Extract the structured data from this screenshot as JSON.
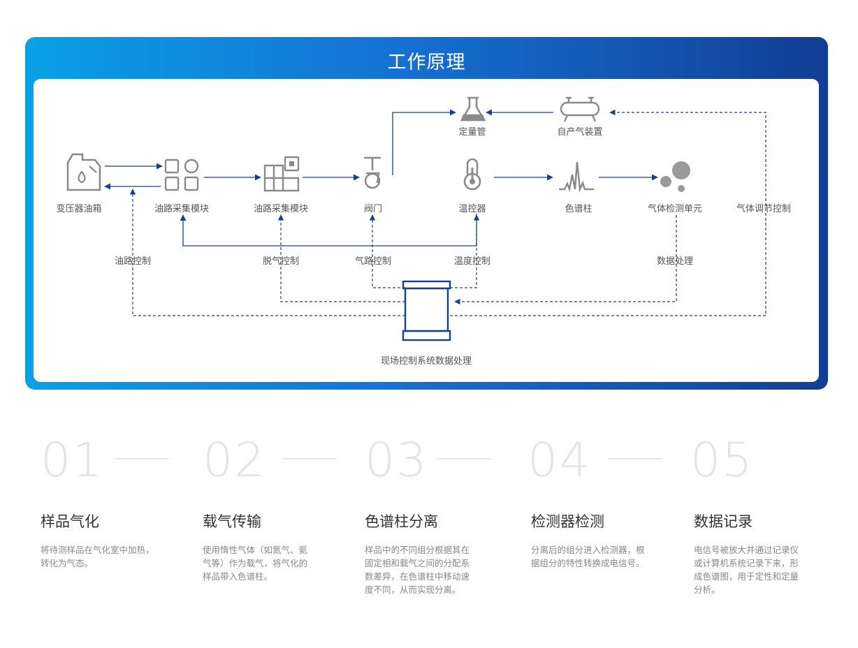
{
  "panel": {
    "title": "工作原理"
  },
  "diagram": {
    "nodes": {
      "tank": "变压器油箱",
      "oil_module_1": "油路采集模块",
      "oil_module_2": "油路采集模块",
      "valve": "阀门",
      "quant_tube": "定量管",
      "gas_device": "自产气装置",
      "temp_ctrl": "温控器",
      "column": "色谱柱",
      "detector": "气体检测单元",
      "gas_regulation": "气体调节控制",
      "system": "现场控制系统数据处理"
    },
    "control_labels": {
      "oil_ctrl": "油路控制",
      "degas_ctrl": "脱气控制",
      "gas_path_ctrl": "气路控制",
      "temp_ctrl": "温度控制",
      "data_proc": "数据处理"
    }
  },
  "steps": [
    {
      "num": "01",
      "title": "样品气化",
      "desc": [
        "将待测样品在气化室中加热，",
        "转化为气态。"
      ]
    },
    {
      "num": "02",
      "title": "载气传输",
      "desc": [
        "使用惰性气体（如氮气、氦",
        "气等）作为载气，将气化的",
        "样品带入色谱柱。"
      ]
    },
    {
      "num": "03",
      "title": "色谱柱分离",
      "desc": [
        "样品中的不同组分根据其在",
        "固定相和载气之间的分配系",
        "数差异，在色谱柱中移动速",
        "度不同，从而实现分离。"
      ]
    },
    {
      "num": "04",
      "title": "检测器检测",
      "desc": [
        "分离后的组分进入检测器，根",
        "据组分的特性转换成电信号。"
      ]
    },
    {
      "num": "05",
      "title": "数据记录",
      "desc": [
        "电信号被放大并通过记录仪",
        "或计算机系统记录下来，形",
        "成色谱图，用于定性和定量",
        "分析。"
      ]
    }
  ]
}
